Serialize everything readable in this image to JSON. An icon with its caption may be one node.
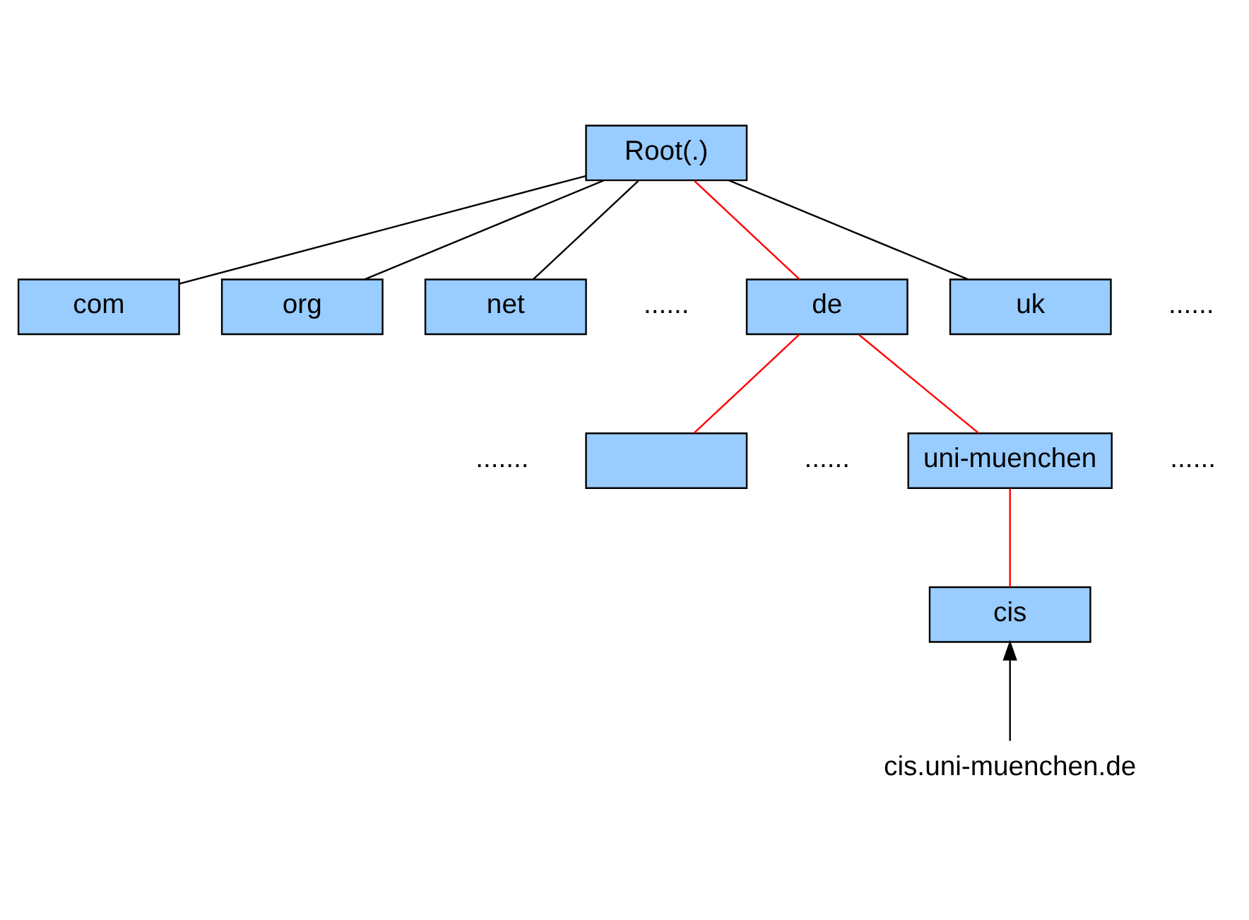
{
  "diagram": {
    "nodes": [
      {
        "text": [
          "Root(.)"
        ]
      },
      {
        "text": [
          "com"
        ]
      },
      {
        "text": [
          "org"
        ]
      },
      {
        "text": [
          "net"
        ]
      },
      {
        "text": [
          "de"
        ]
      },
      {
        "text": [
          "uk"
        ]
      },
      {
        "text": [],
        "shape": "box"
      },
      {
        "text": [
          "uni-muenchen"
        ]
      },
      {
        "text": [
          "cis"
        ]
      },
      {
        "text": [
          "cis.uni-muenchen.de"
        ]
      }
    ],
    "edges": [
      {
        "from": 0,
        "to": 1,
        "arrow": "none"
      },
      {
        "from": 0,
        "to": 2,
        "arrow": "none"
      },
      {
        "from": 0,
        "to": 3,
        "arrow": "none"
      },
      {
        "from": 0,
        "to": 4,
        "arrow": "none",
        "color": "#ff0000"
      },
      {
        "from": 0,
        "to": 5,
        "arrow": "none"
      },
      {
        "from": 4,
        "to": 6,
        "arrow": "none",
        "color": "#ff0000"
      },
      {
        "from": 4,
        "to": 7,
        "arrow": "none",
        "color": "#ff0000"
      },
      {
        "from": 7,
        "to": 8,
        "arrow": "none",
        "color": "#ff0000"
      },
      {
        "from": 9,
        "to": 8,
        "arrow": "to"
      }
    ],
    "labels": [
      "......",
      "......",
      ".......",
      "......",
      "......"
    ]
  }
}
